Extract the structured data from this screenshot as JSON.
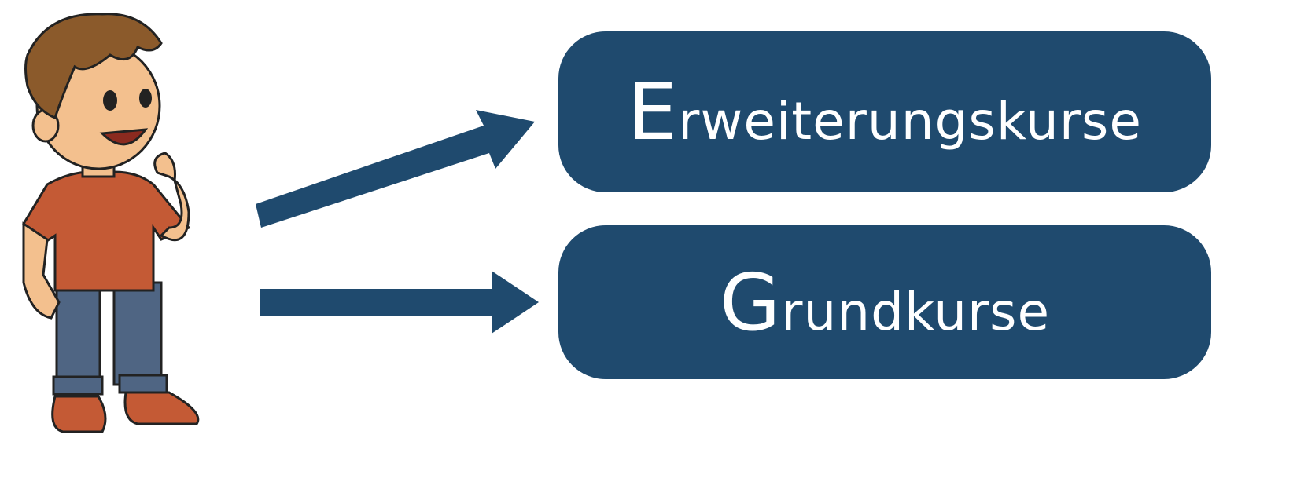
{
  "options": [
    {
      "initial": "E",
      "rest": "rweiterungskurse"
    },
    {
      "initial": "G",
      "rest": "rundkurse"
    }
  ],
  "colors": {
    "box": "#1f4a6e",
    "arrow": "#1f4a6e",
    "text": "#ffffff",
    "shirt": "#c45a35",
    "jeans": "#4f6583",
    "hair": "#8b5a2b",
    "skin": "#f3c08e"
  }
}
